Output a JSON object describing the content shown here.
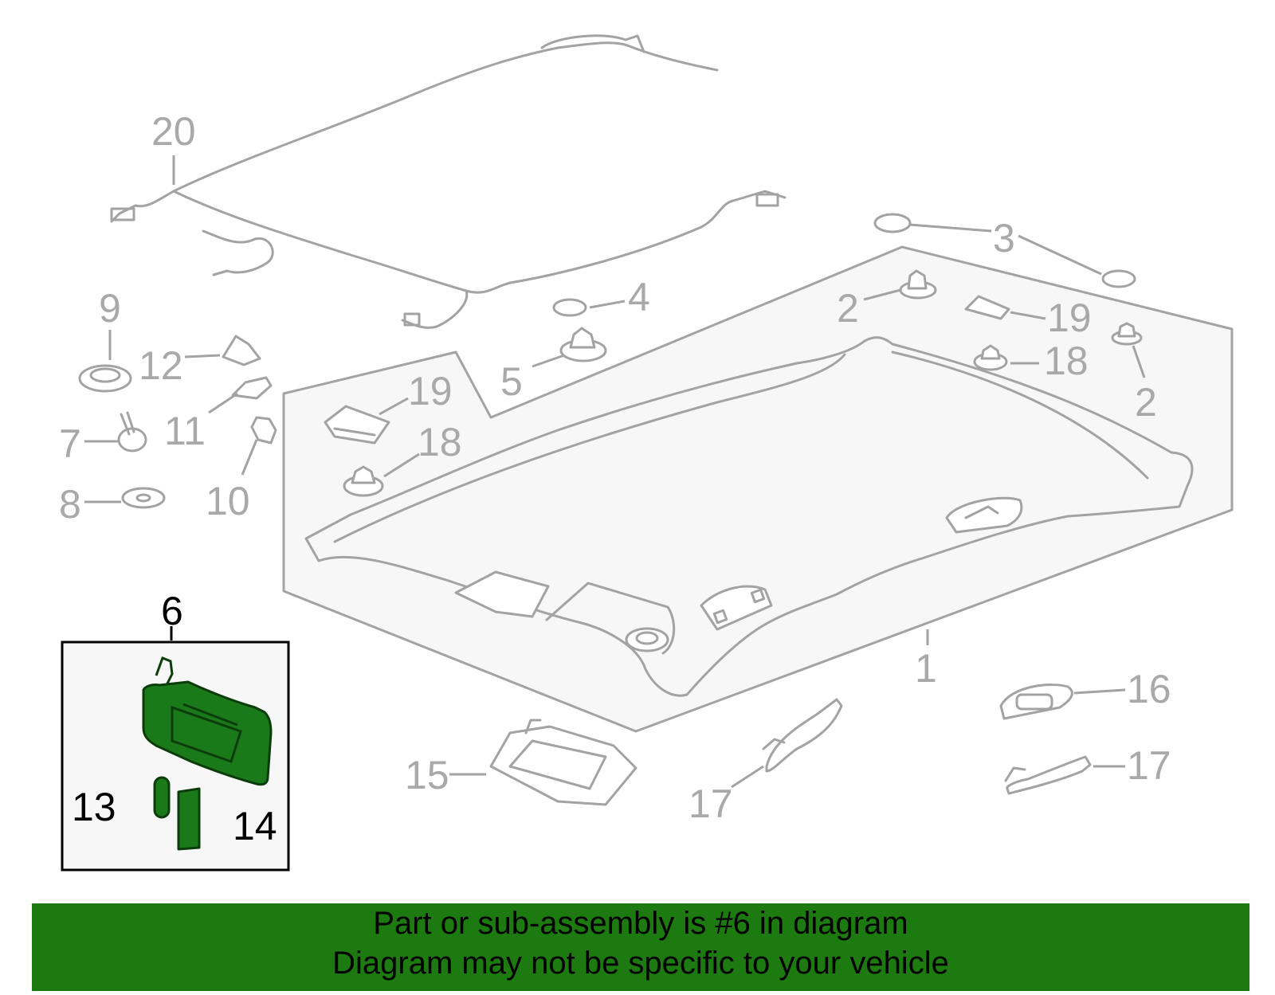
{
  "callouts": {
    "c1": "1",
    "c2a": "2",
    "c2b": "2",
    "c3": "3",
    "c4": "4",
    "c5": "5",
    "c6": "6",
    "c7": "7",
    "c8": "8",
    "c9": "9",
    "c10": "10",
    "c11": "11",
    "c12": "12",
    "c13": "13",
    "c14": "14",
    "c15": "15",
    "c16": "16",
    "c17a": "17",
    "c17b": "17",
    "c18a": "18",
    "c18b": "18",
    "c19a": "19",
    "c19b": "19",
    "c20": "20"
  },
  "highlighted_part": "6",
  "colors": {
    "highlight": "#1a7a1a",
    "banner": "#1c7a10",
    "linework": "#a3a3a3"
  },
  "banner": {
    "line1": "Part or sub-assembly is #6 in diagram",
    "line2": "Diagram may not be specific to your vehicle"
  }
}
